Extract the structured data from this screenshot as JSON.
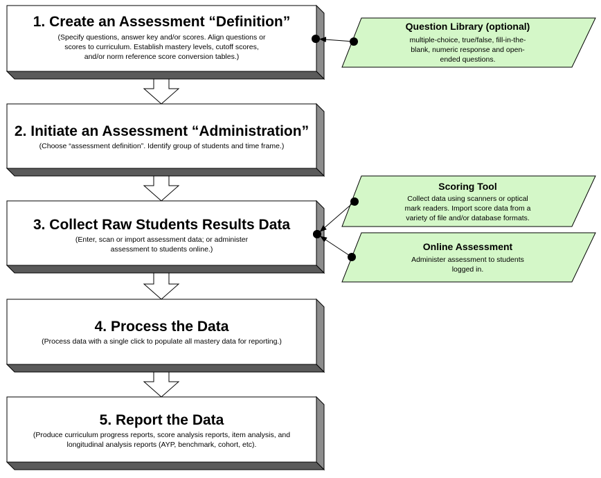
{
  "steps": [
    {
      "title": "1. Create an Assessment “Definition”",
      "desc": [
        "(Specify questions, answer key and/or scores. Align questions or",
        "scores to curriculum. Establish mastery levels, cutoff scores,",
        "and/or norm reference score conversion tables.)"
      ]
    },
    {
      "title": "2. Initiate an Assessment “Administration”",
      "desc": [
        "(Choose “assessment definition”. Identify group of students and time frame.)"
      ]
    },
    {
      "title": "3. Collect Raw Students Results Data",
      "desc": [
        "(Enter, scan or import assessment data; or administer",
        "assessment to students online.)"
      ]
    },
    {
      "title": "4. Process the Data",
      "desc": [
        "(Process data with a single click to populate all mastery data for reporting.)"
      ]
    },
    {
      "title": "5. Report the Data",
      "desc": [
        "(Produce curriculum progress reports, score analysis reports, item analysis, and",
        "longitudinal analysis reports (AYP, benchmark, cohort, etc)."
      ]
    }
  ],
  "tools": [
    {
      "title": "Question Library (optional)",
      "desc": [
        "multiple-choice, true/false, fill-in-the-",
        "blank, numeric response and open-",
        "ended questions."
      ]
    },
    {
      "title": "Scoring Tool",
      "desc": [
        "Collect data using scanners or optical",
        "mark readers. Import score data from a",
        "variety of file and/or database formats."
      ]
    },
    {
      "title": "Online Assessment",
      "desc": [
        "Administer assessment to students",
        "logged in."
      ]
    }
  ],
  "colors": {
    "step_fill": "#ffffff",
    "step_side": "#8c8c8c",
    "step_bottom": "#5a5a5a",
    "tool_fill": "#d4f7c8",
    "stroke": "#000000"
  }
}
